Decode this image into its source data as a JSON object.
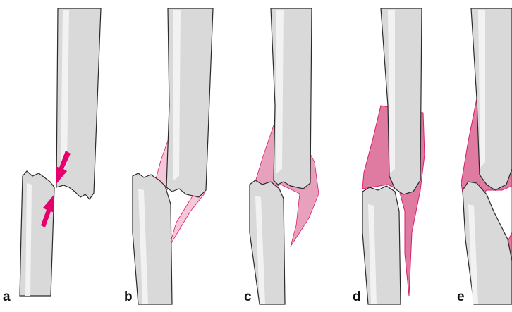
{
  "figure": {
    "panels": [
      {
        "id": "a",
        "label": "a",
        "stage": "fracture-with-compression-arrows"
      },
      {
        "id": "b",
        "label": "b",
        "stage": "early-callus"
      },
      {
        "id": "c",
        "label": "c",
        "stage": "soft-callus"
      },
      {
        "id": "d",
        "label": "d",
        "stage": "hard-callus"
      },
      {
        "id": "e",
        "label": "e",
        "stage": "remodeling"
      }
    ],
    "colors": {
      "background": "#ffffff",
      "bone_fill": "#d9d9d9",
      "bone_highlight": "#f2f2f2",
      "bone_outline": "#2a2a2a",
      "arrow": "#e5006e",
      "callus_light": "#f7c6d9",
      "callus_medium": "#e8a1bd",
      "callus_dark": "#df7aa1",
      "callus_outline": "#d81f6e"
    },
    "icons": [
      "compression-arrow-icon",
      "compression-arrow-icon"
    ]
  }
}
